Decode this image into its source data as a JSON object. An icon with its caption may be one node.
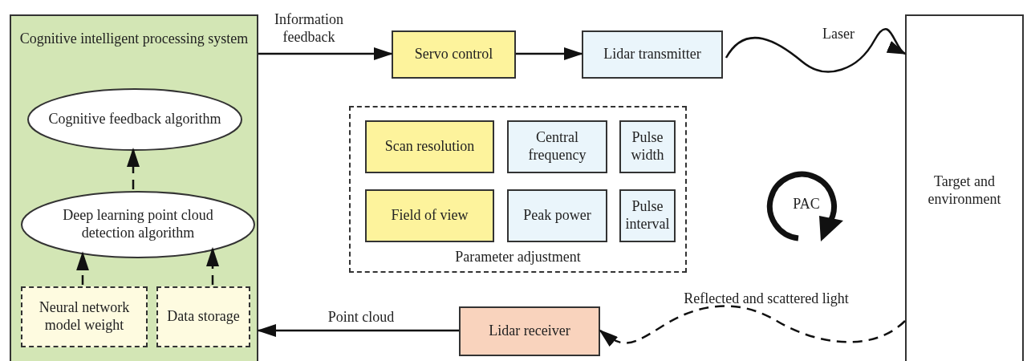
{
  "diagram": {
    "nodes": [
      {
        "text": [
          "Cognitive intelligent processing system"
        ]
      },
      {
        "text": [
          "Cognitive feedback algorithm"
        ],
        "in": 0
      },
      {
        "text": [
          "Deep learning point cloud detection algorithm"
        ],
        "in": 0
      },
      {
        "text": [
          "Neural network model weight"
        ],
        "in": 0
      },
      {
        "text": [
          "Data storage"
        ],
        "in": 0
      },
      {
        "text": [
          "Servo control"
        ]
      },
      {
        "text": [
          "Lidar transmitter"
        ]
      },
      {
        "text": [
          "Target and environment"
        ]
      },
      {
        "text": [
          "Parameter adjustment"
        ]
      },
      {
        "text": [
          "Scan resolution"
        ],
        "in": 8
      },
      {
        "text": [
          "Central frequency"
        ],
        "in": 8
      },
      {
        "text": [
          "Pulse width"
        ],
        "in": 8
      },
      {
        "text": [
          "Field of view"
        ],
        "in": 8
      },
      {
        "text": [
          "Peak power"
        ],
        "in": 8
      },
      {
        "text": [
          "Pulse interval"
        ],
        "in": 8
      },
      {
        "text": [
          "PAC"
        ]
      },
      {
        "text": [
          "Lidar receiver"
        ]
      }
    ],
    "edges": [
      {
        "from": 0,
        "to": 5,
        "arrow": "to",
        "label": "Information feedback"
      },
      {
        "from": 5,
        "to": 6,
        "arrow": "to"
      },
      {
        "from": 6,
        "to": 7,
        "arrow": "to",
        "label": "Laser"
      },
      {
        "from": 7,
        "to": 16,
        "arrow": "to",
        "label": "Reflected and scattered light",
        "style": "dashed"
      },
      {
        "from": 16,
        "to": 0,
        "arrow": "to",
        "label": "Point cloud"
      },
      {
        "from": 2,
        "to": 1,
        "arrow": "to",
        "style": "dashed"
      },
      {
        "from": 3,
        "to": 2,
        "arrow": "to",
        "style": "dashed"
      },
      {
        "from": 4,
        "to": 2,
        "arrow": "to",
        "style": "dashed"
      }
    ]
  }
}
